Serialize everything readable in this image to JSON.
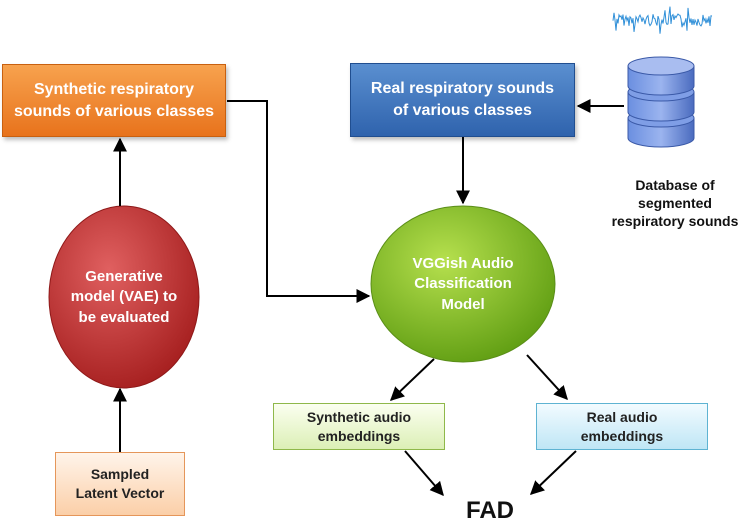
{
  "nodes": {
    "synthetic_sounds": {
      "line1": "Synthetic respiratory",
      "line2": "sounds of various classes"
    },
    "real_sounds": {
      "line1": "Real respiratory sounds",
      "line2": "of various classes"
    },
    "generative_model": {
      "line1": "Generative",
      "line2": "model (VAE) to",
      "line3": "be evaluated"
    },
    "vggish_model": {
      "line1": "VGGish Audio",
      "line2": "Classification",
      "line3": "Model"
    },
    "database": {
      "line1": "Database of",
      "line2": "segmented",
      "line3": "respiratory sounds"
    },
    "synthetic_embeddings": {
      "line1": "Synthetic audio",
      "line2": "embeddings"
    },
    "real_embeddings": {
      "line1": "Real audio",
      "line2": "embeddings"
    },
    "latent_vector": {
      "line1": "Sampled",
      "line2": "Latent Vector"
    },
    "fad": "FAD"
  },
  "colors": {
    "synthetic_box": "#e8731c",
    "real_box": "#2f63ad",
    "generative_ellipse": "#b92b2b",
    "vggish_ellipse": "#7fba1e",
    "database": "#4f73c9",
    "synthetic_embeddings_box": "#dcefb6",
    "real_embeddings_box": "#bfe6f5",
    "latent_box": "#fbcfa8",
    "arrows": "#000000",
    "waveform": "#2f8fd8"
  },
  "icons": {
    "database": "database-cylinder-icon",
    "waveform": "audio-waveform-icon"
  }
}
